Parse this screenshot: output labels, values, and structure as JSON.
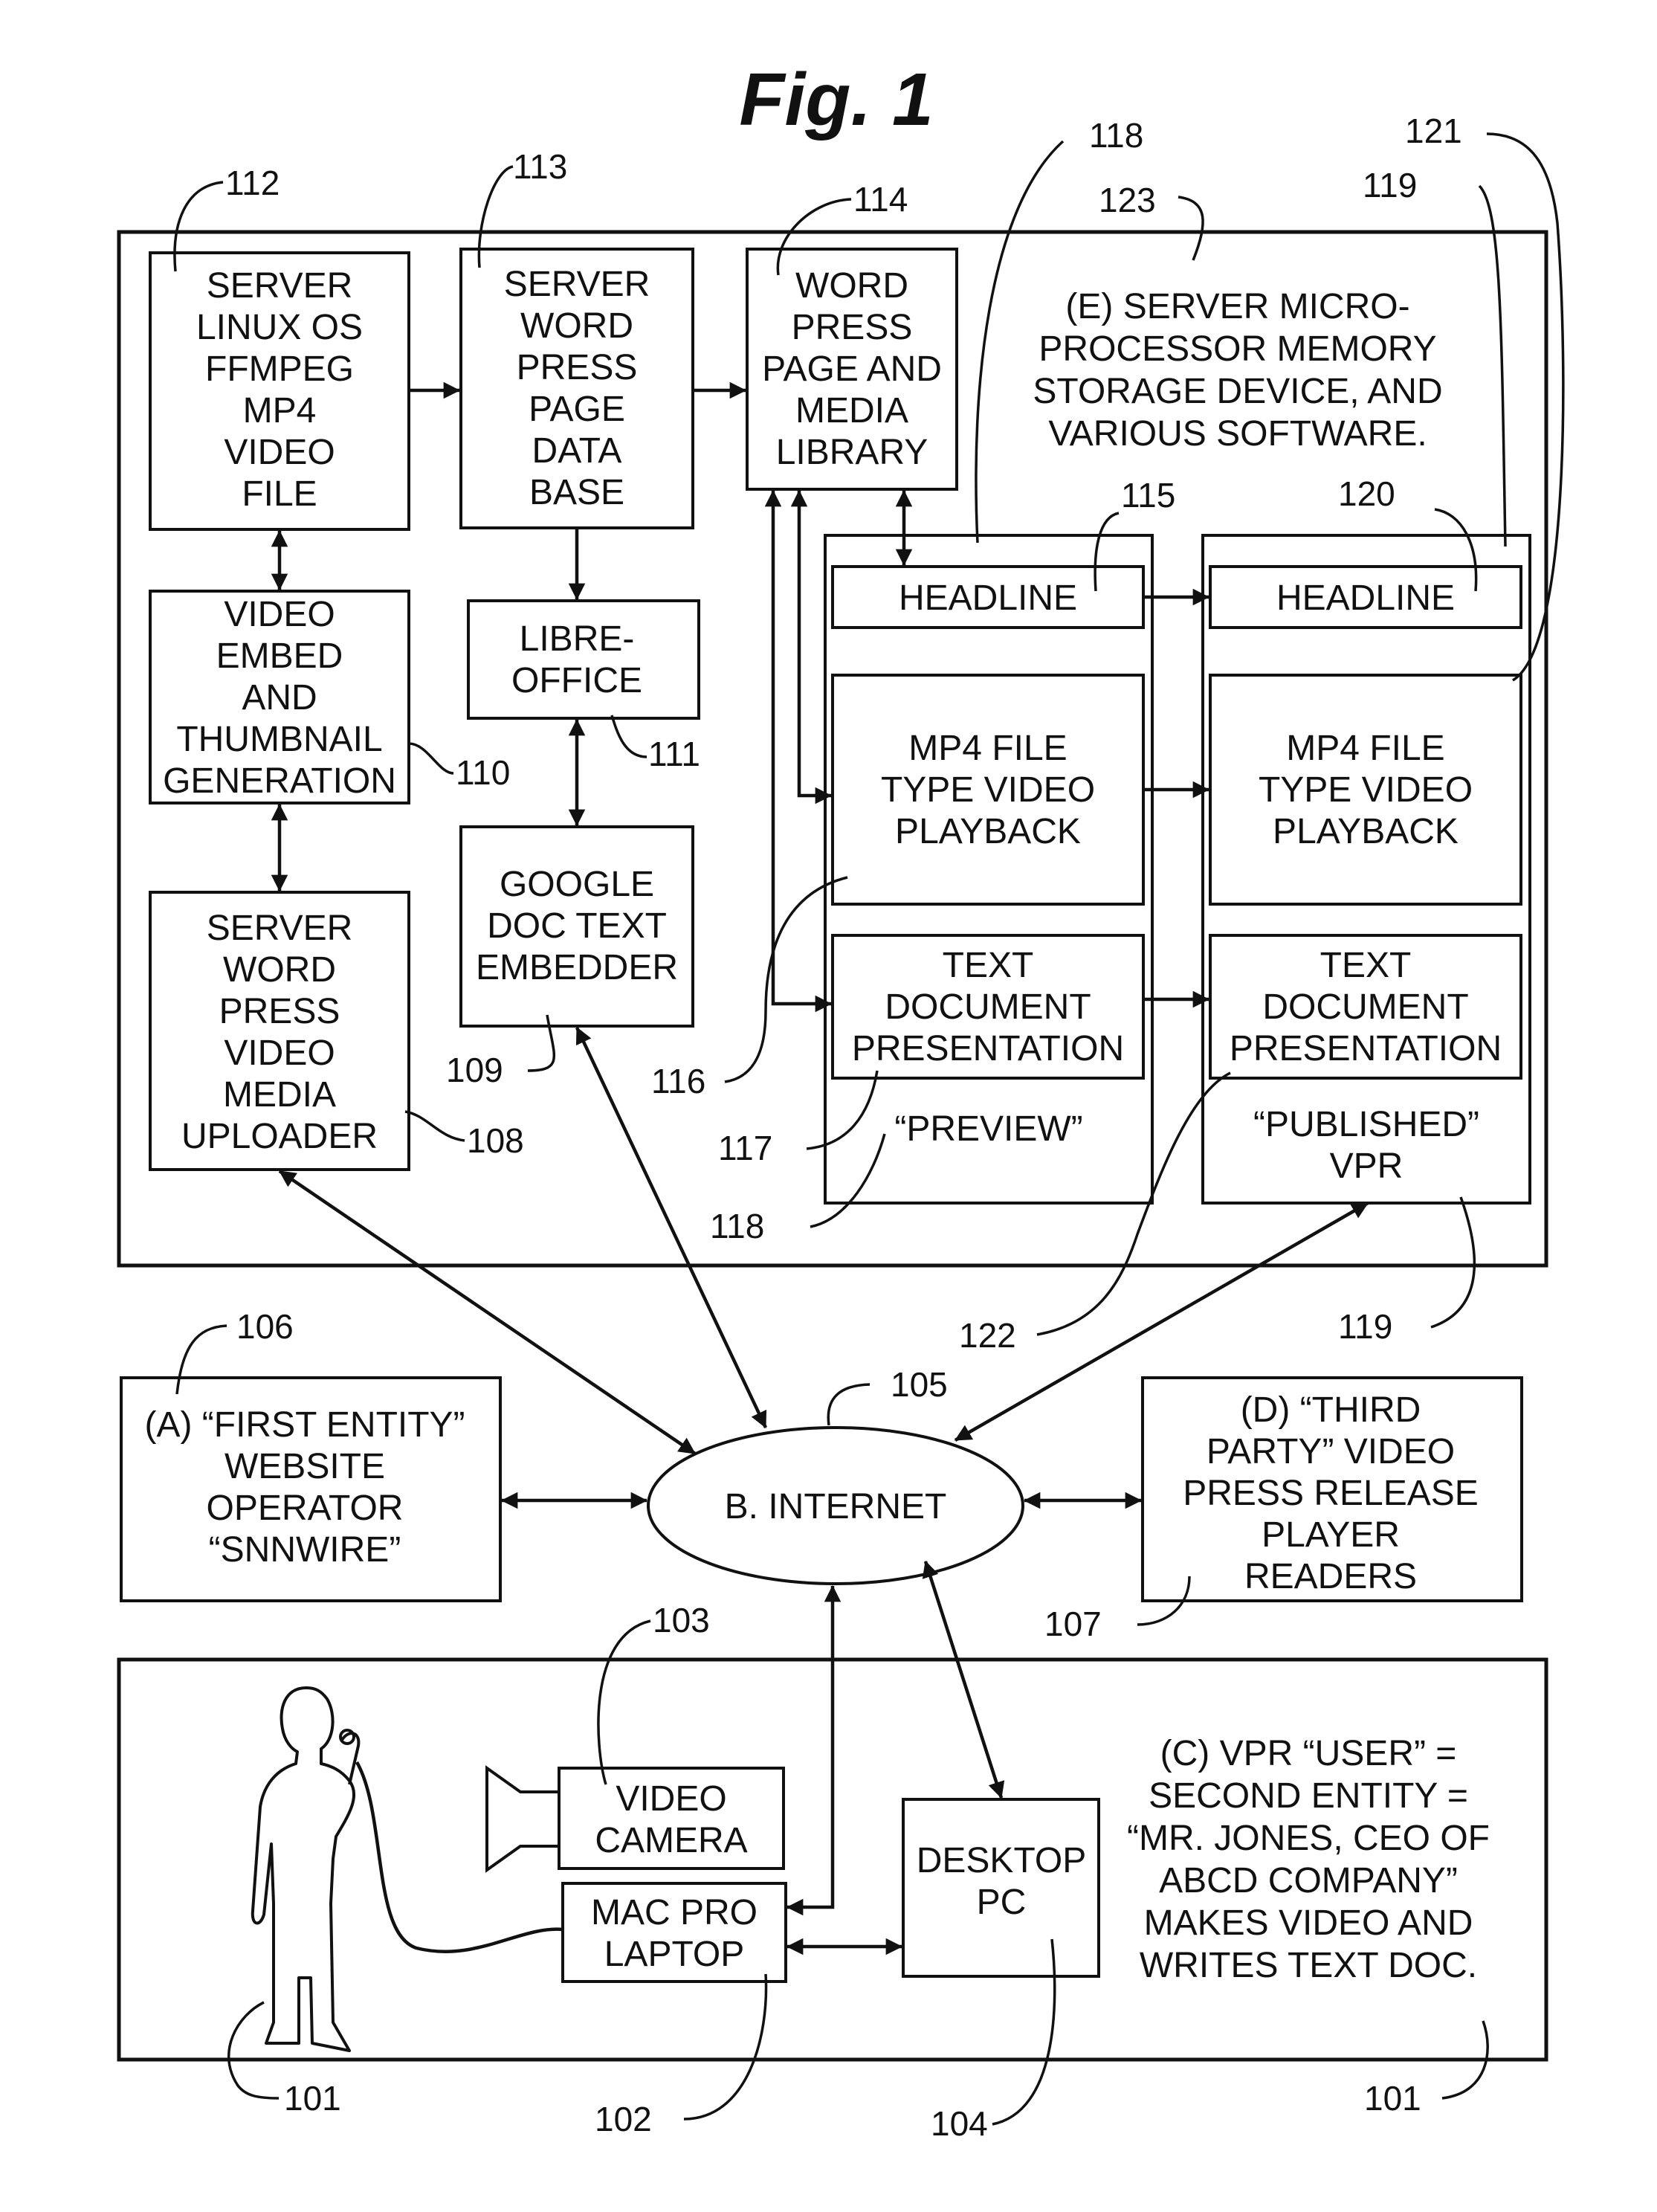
{
  "figure_title": "Fig. 1",
  "server_label": [
    "(E)  SERVER MICRO-",
    "PROCESSOR MEMORY",
    "STORAGE DEVICE, AND",
    "VARIOUS SOFTWARE."
  ],
  "blocks": {
    "linux": [
      "SERVER",
      "LINUX OS",
      "FFMPEG",
      "MP4",
      "VIDEO",
      "FILE"
    ],
    "wp_db": [
      "SERVER",
      "WORD",
      "PRESS",
      "PAGE",
      "DATA",
      "BASE"
    ],
    "wp_library": [
      "WORD",
      "PRESS",
      "PAGE AND",
      "MEDIA",
      "LIBRARY"
    ],
    "embed": [
      "VIDEO",
      "EMBED",
      "AND",
      "THUMBNAIL",
      "GENERATION"
    ],
    "libre": [
      "LIBRE-",
      "OFFICE"
    ],
    "uploader": [
      "SERVER",
      "WORD",
      "PRESS",
      "VIDEO",
      "MEDIA",
      "UPLOADER"
    ],
    "gdoc": [
      "GOOGLE",
      "DOC TEXT",
      "EMBEDDER"
    ],
    "prev_headline": [
      "HEADLINE"
    ],
    "prev_video": [
      "MP4 FILE",
      "TYPE VIDEO",
      "PLAYBACK"
    ],
    "prev_text": [
      "TEXT",
      "DOCUMENT",
      "PRESENTATION"
    ],
    "prev_caption": [
      "“PREVIEW”"
    ],
    "pub_headline": [
      "HEADLINE"
    ],
    "pub_video": [
      "MP4 FILE",
      "TYPE VIDEO",
      "PLAYBACK"
    ],
    "pub_text": [
      "TEXT",
      "DOCUMENT",
      "PRESENTATION"
    ],
    "pub_caption": [
      "“PUBLISHED”",
      "VPR"
    ],
    "first_entity": [
      "(A)  “FIRST ENTITY”",
      "WEBSITE",
      "OPERATOR",
      "“SNNWIRE”"
    ],
    "internet": [
      "B. INTERNET"
    ],
    "third_party": [
      "(D)  “THIRD",
      "PARTY” VIDEO",
      "PRESS RELEASE",
      "PLAYER",
      "READERS"
    ],
    "camera": [
      "VIDEO",
      "CAMERA"
    ],
    "laptop": [
      "MAC PRO",
      "LAPTOP"
    ],
    "desktop": [
      "DESKTOP",
      "PC"
    ],
    "user": [
      "(C)  VPR “USER” =",
      "SECOND ENTITY =",
      "“MR. JONES, CEO OF",
      "ABCD COMPANY”",
      "MAKES VIDEO AND",
      "WRITES TEXT DOC."
    ]
  },
  "refs": {
    "r112": "112",
    "r113": "113",
    "r114": "114",
    "r118a": "118",
    "r123": "123",
    "r121": "121",
    "r119a": "119",
    "r115": "115",
    "r120": "120",
    "r110": "110",
    "r111": "111",
    "r109": "109",
    "r116": "116",
    "r108": "108",
    "r117": "117",
    "r118b": "118",
    "r122": "122",
    "r119b": "119",
    "r106": "106",
    "r105": "105",
    "r107": "107",
    "r103": "103",
    "r101a": "101",
    "r102": "102",
    "r104": "104",
    "r101b": "101"
  }
}
